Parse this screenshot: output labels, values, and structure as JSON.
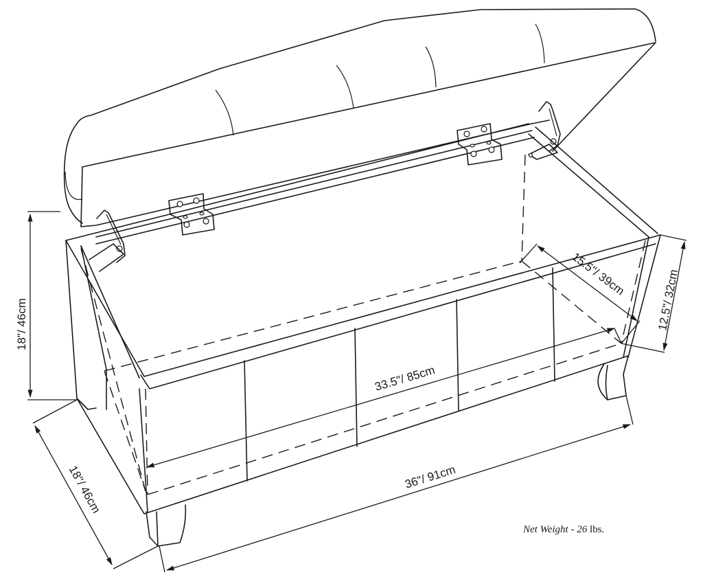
{
  "diagram": {
    "subject": "storage ottoman bench with open hinged lid",
    "style": "black line drawing on white",
    "line_color": "#1a1a1a",
    "background": "#ffffff"
  },
  "dimensions": {
    "overall_height": "18\"/ 46cm",
    "overall_depth": "18\"/ 46cm",
    "overall_width": "36\"/ 91cm",
    "interior_width": "33.5\"/ 85cm",
    "interior_depth": "15.5\"/ 39cm",
    "interior_height": "12.5\"/ 32cm"
  },
  "net_weight": {
    "label": "Net Weight - ",
    "value": "26",
    "unit": " lbs."
  },
  "parts": {
    "lid_panels": 5,
    "front_panels": 5,
    "hinges": [
      "left-lid-support",
      "left-flat-hinge",
      "right-flat-hinge",
      "right-lid-support"
    ],
    "legs": [
      "front-left-leg",
      "front-right-leg",
      "back-left-leg"
    ]
  }
}
